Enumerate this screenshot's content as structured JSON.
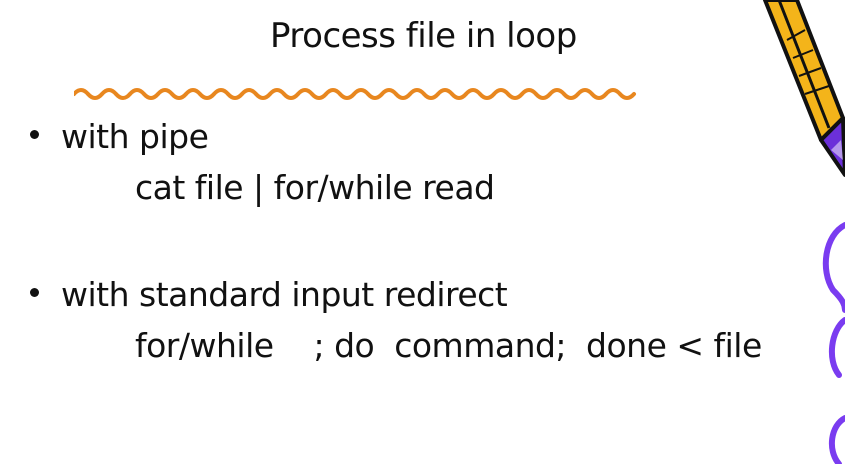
{
  "slide": {
    "title": "Process file in loop",
    "bullets": [
      {
        "label": "with pipe",
        "code": "cat file | for/while read"
      },
      {
        "label": "with standard input redirect",
        "code": "for/while    ; do  command;  done < file"
      }
    ]
  },
  "decorations": {
    "underline_color": "#e8871f",
    "pencil_body_color": "#f4b41a",
    "pencil_tip_color": "#6b2fd9",
    "scribble_color": "#7a3cf0",
    "icons": [
      "wavy-underline-icon",
      "pencil-icon",
      "scribble-icon"
    ]
  }
}
